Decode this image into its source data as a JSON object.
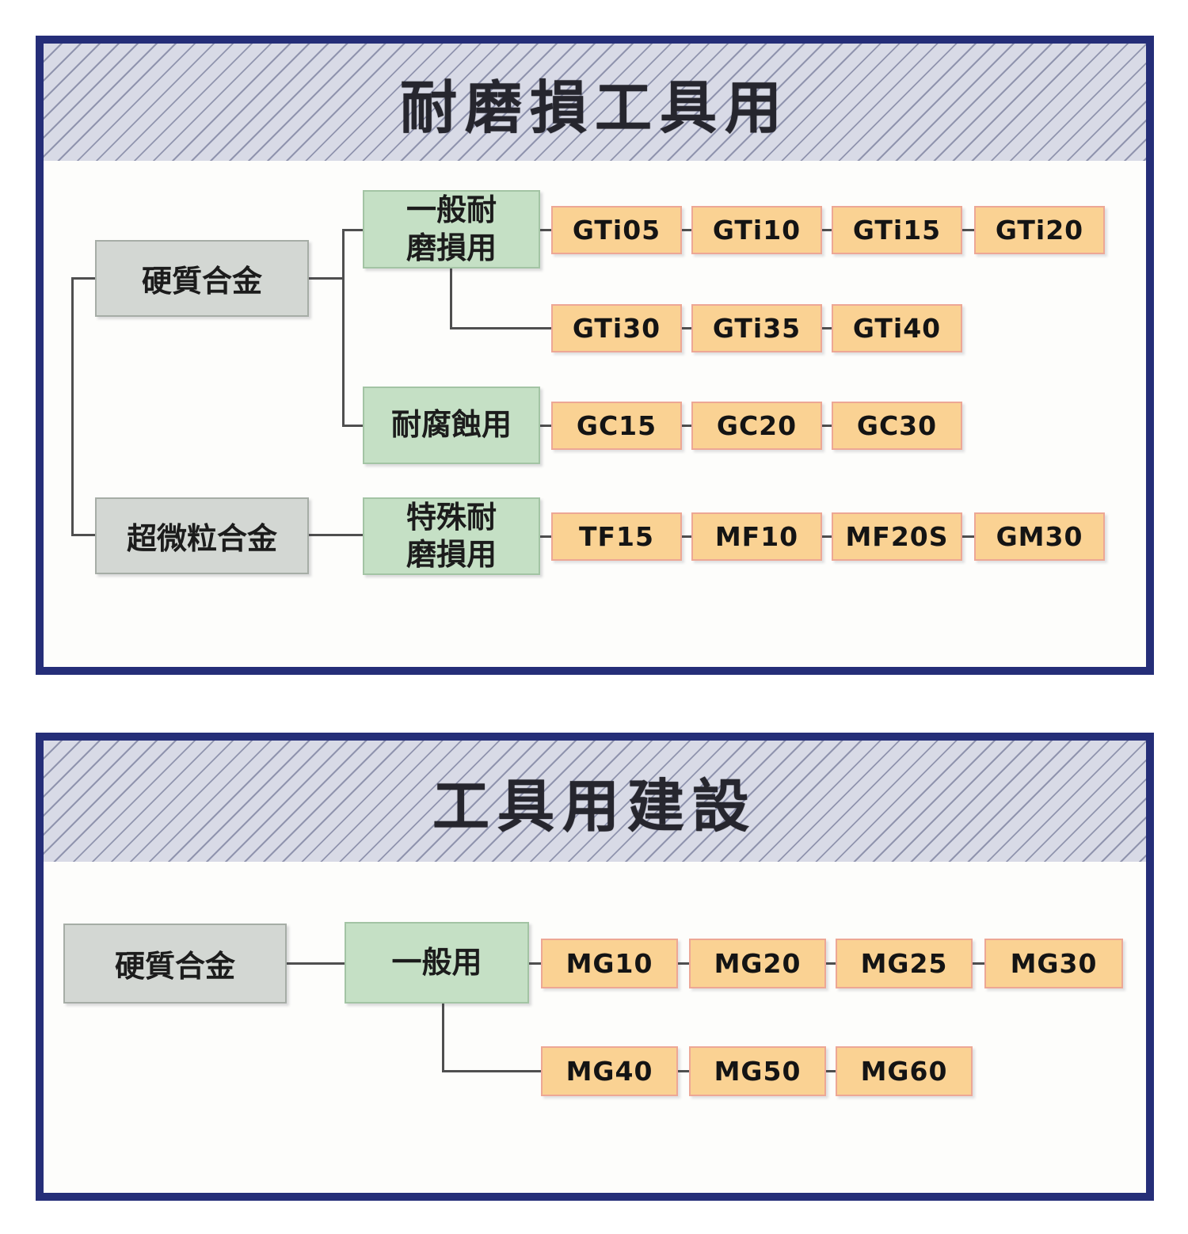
{
  "colors": {
    "frame_navy": "#252e78",
    "hatch_background": "#d8dae6",
    "hatch_line": "#9094ae",
    "gray_box_fill": "#d3d7d3",
    "gray_box_border": "#a6ada6",
    "green_box_fill": "#c5e0c5",
    "green_box_border": "#a3c4a4",
    "orange_chip_fill": "#fad293",
    "orange_chip_border": "#eda795",
    "connector_line": "#4f4f4f",
    "text": "#1c1c1c"
  },
  "panel1": {
    "title": "耐磨損工具用",
    "alloy1": "硬質合金",
    "alloy2": "超微粒合金",
    "use1_line1": "一般耐",
    "use1_line2": "磨損用",
    "use2": "耐腐蝕用",
    "use3_line1": "特殊耐",
    "use3_line2": "磨損用",
    "row1": [
      "GTi05",
      "GTi10",
      "GTi15",
      "GTi20"
    ],
    "row2": [
      "GTi30",
      "GTi35",
      "GTi40"
    ],
    "row3": [
      "GC15",
      "GC20",
      "GC30"
    ],
    "row4": [
      "TF15",
      "MF10",
      "MF20S",
      "GM30"
    ]
  },
  "panel2": {
    "title": "工具用建設",
    "alloy1": "硬質合金",
    "use1": "一般用",
    "row1": [
      "MG10",
      "MG20",
      "MG25",
      "MG30"
    ],
    "row2": [
      "MG40",
      "MG50",
      "MG60"
    ]
  }
}
